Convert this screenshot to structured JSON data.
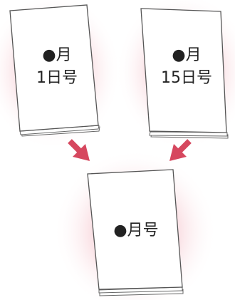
{
  "booklets": {
    "left": {
      "line1": "●月",
      "line2": "1日号"
    },
    "right": {
      "line1": "●月",
      "line2": "15日号"
    },
    "merged": {
      "line1": "●月号"
    }
  },
  "colors": {
    "arrow": "#d6475e",
    "glow": "#f3b7c0",
    "page_border": "#555555",
    "page_fill": "#ffffff"
  },
  "icons": {
    "arrow_left": "arrow-down-right-icon",
    "arrow_right": "arrow-down-left-icon"
  }
}
